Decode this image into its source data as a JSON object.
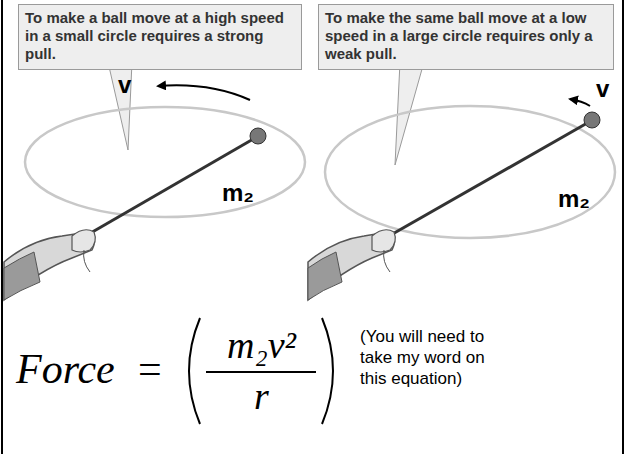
{
  "diagram": {
    "nodes": [
      {
        "text": [
          "To make a ball move at a high speed in a small circle requires a strong pull."
        ]
      },
      {
        "text": [
          "To make the same ball move at a low speed in a large circle requires only a weak pull."
        ]
      }
    ],
    "labels": [
      "v",
      "m₂",
      "v",
      "m₂",
      "Force",
      "=",
      "m₂v²",
      "r",
      "(You will need to take my word on this equation)"
    ]
  }
}
